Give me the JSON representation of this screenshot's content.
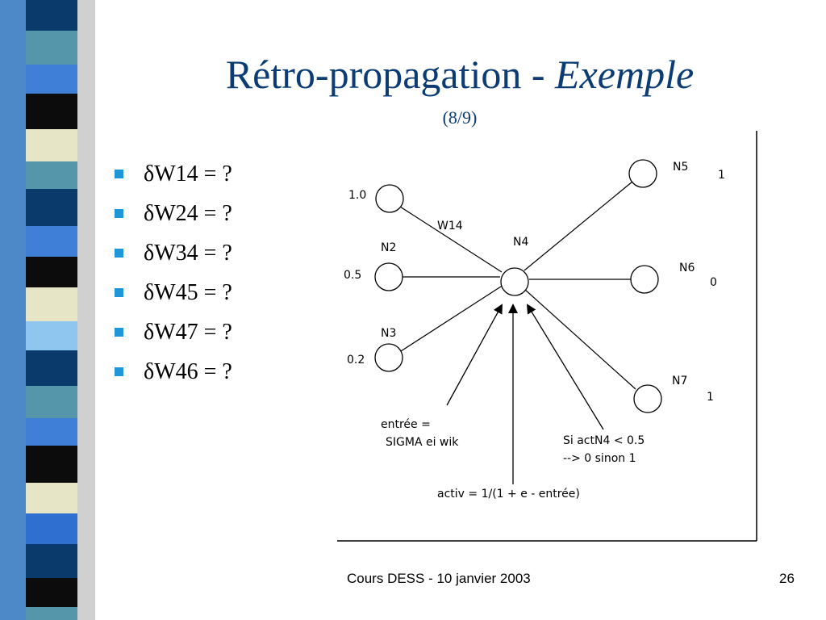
{
  "slide": {
    "title_main": "Rétro-propagation - ",
    "title_italic": "Exemple",
    "subtitle": "(8/9)",
    "bullets": [
      {
        "delta": "δ",
        "text": "W14 = ?"
      },
      {
        "delta": "δ",
        "text": "W24 = ?"
      },
      {
        "delta": "δ",
        "text": "W34 = ?"
      },
      {
        "delta": "δ",
        "text": "W45 = ?"
      },
      {
        "delta": "δ",
        "text": "W47 = ?"
      },
      {
        "delta": "δ",
        "text": "W46 = ?"
      }
    ],
    "footer": "Cours DESS - 10 janvier 2003",
    "page_number": "26"
  },
  "diagram": {
    "inputs": {
      "n1_value": "1.0",
      "n2_label": "N2",
      "n2_value": "0.5",
      "n3_label": "N3",
      "n3_value": "0.2"
    },
    "weight_label": "W14",
    "hidden_label": "N4",
    "outputs": {
      "n5_label": "N5",
      "n5_value": "1",
      "n6_label": "N6",
      "n6_value": "0",
      "n7_label": "N7",
      "n7_value": "1"
    },
    "annotations": {
      "entree_line1": "entrée =",
      "entree_line2": "SIGMA ei wik",
      "si_line1": "Si actN4 < 0.5",
      "si_line2": "--> 0 sinon 1",
      "activ": "activ = 1/(1 + e - entrée)"
    }
  },
  "colors": {
    "title": "#0b3c74",
    "bullet": "#1e96d8",
    "stripe_palette": [
      "#0a3a6b",
      "#3f7fd8",
      "#e6e6c6",
      "#5596aa",
      "#0c0c0c",
      "#8fc6f0",
      "#2f6fd0"
    ]
  }
}
